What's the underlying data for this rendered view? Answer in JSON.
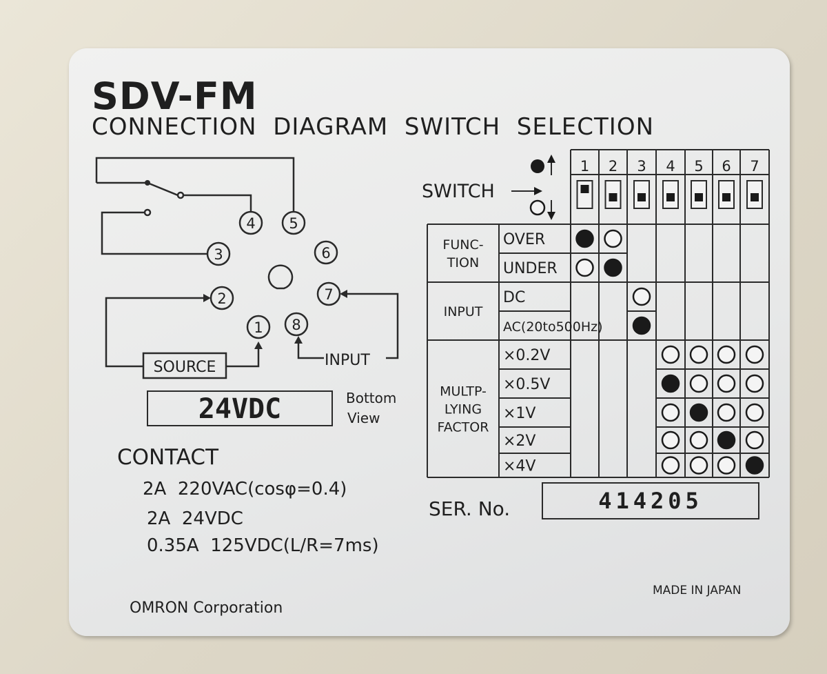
{
  "label": {
    "model": "SDV-FM",
    "subtitle": "CONNECTION  DIAGRAM  SWITCH  SELECTION",
    "source_box": "SOURCE",
    "input_label": "INPUT",
    "voltage": "24VDC",
    "view_line1": "Bottom",
    "view_line2": "View",
    "terminals": [
      "1",
      "2",
      "3",
      "4",
      "5",
      "6",
      "7",
      "8"
    ],
    "contact": {
      "title": "CONTACT",
      "line1": "2A  220VAC(cosφ=0.4)",
      "line2": "2A  24VDC",
      "line3": "0.35A  125VDC(L/R=7ms)"
    },
    "serial_label": "SER. No.",
    "serial_number": "414205",
    "manufacturer": "OMRON Corporation",
    "origin": "MADE IN JAPAN"
  },
  "switch_table": {
    "switch_label": "SWITCH",
    "switch_numbers": [
      "1",
      "2",
      "3",
      "4",
      "5",
      "6",
      "7"
    ],
    "groups": [
      {
        "name": [
          "FUNC-",
          "TION"
        ],
        "rows": [
          {
            "label": "OVER",
            "states": [
              "filled",
              "open",
              null,
              null,
              null,
              null,
              null
            ]
          },
          {
            "label": "UNDER",
            "states": [
              "open",
              "filled",
              null,
              null,
              null,
              null,
              null
            ]
          }
        ]
      },
      {
        "name": [
          "INPUT"
        ],
        "rows": [
          {
            "label": "DC",
            "states": [
              null,
              null,
              "open",
              null,
              null,
              null,
              null
            ]
          },
          {
            "label": "AC(20to500Hz)",
            "states": [
              null,
              null,
              "filled",
              null,
              null,
              null,
              null
            ]
          }
        ]
      },
      {
        "name": [
          "MULTP-",
          "LYING",
          "FACTOR"
        ],
        "rows": [
          {
            "label": "×0.2V",
            "states": [
              null,
              null,
              null,
              "open",
              "open",
              "open",
              "open"
            ]
          },
          {
            "label": "×0.5V",
            "states": [
              null,
              null,
              null,
              "filled",
              "open",
              "open",
              "open"
            ]
          },
          {
            "label": "×1V",
            "states": [
              null,
              null,
              null,
              "open",
              "filled",
              "open",
              "open"
            ]
          },
          {
            "label": "×2V",
            "states": [
              null,
              null,
              null,
              "open",
              "open",
              "filled",
              "open"
            ]
          },
          {
            "label": "×4V",
            "states": [
              null,
              null,
              null,
              "open",
              "open",
              "open",
              "filled"
            ]
          }
        ]
      }
    ]
  },
  "colors": {
    "ink": "#1f1f1f",
    "label_bg": "#ececec",
    "housing": "#e2dccd"
  }
}
